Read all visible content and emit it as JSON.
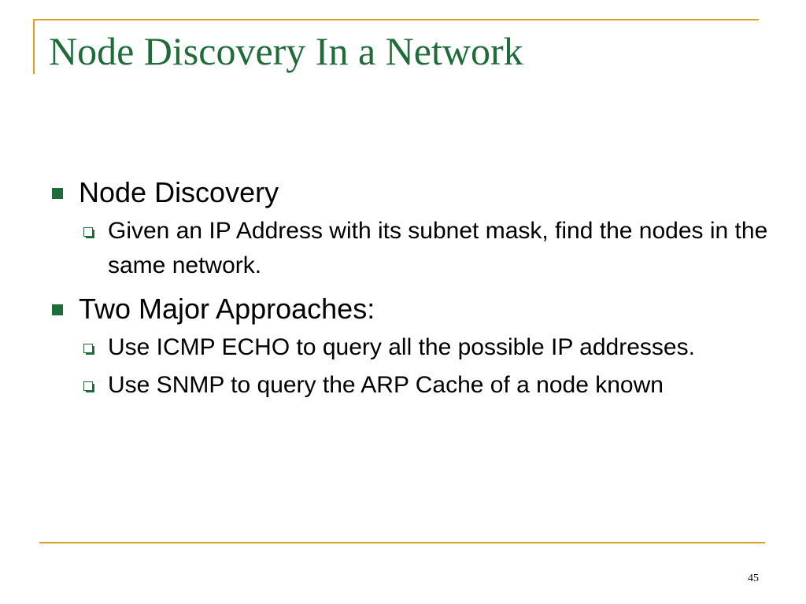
{
  "slide": {
    "title": "Node Discovery In a Network",
    "page_number": "45",
    "accent_color": "#d9a021",
    "title_color": "#1f6b3a",
    "bullets": [
      {
        "text": "Node Discovery",
        "sub": [
          "Given an IP Address with its subnet mask, find the nodes in the same network."
        ]
      },
      {
        "text": "Two Major Approaches:",
        "sub": [
          "Use ICMP ECHO to query all the possible IP addresses.",
          "Use SNMP to query the ARP Cache of a node known"
        ]
      }
    ]
  }
}
